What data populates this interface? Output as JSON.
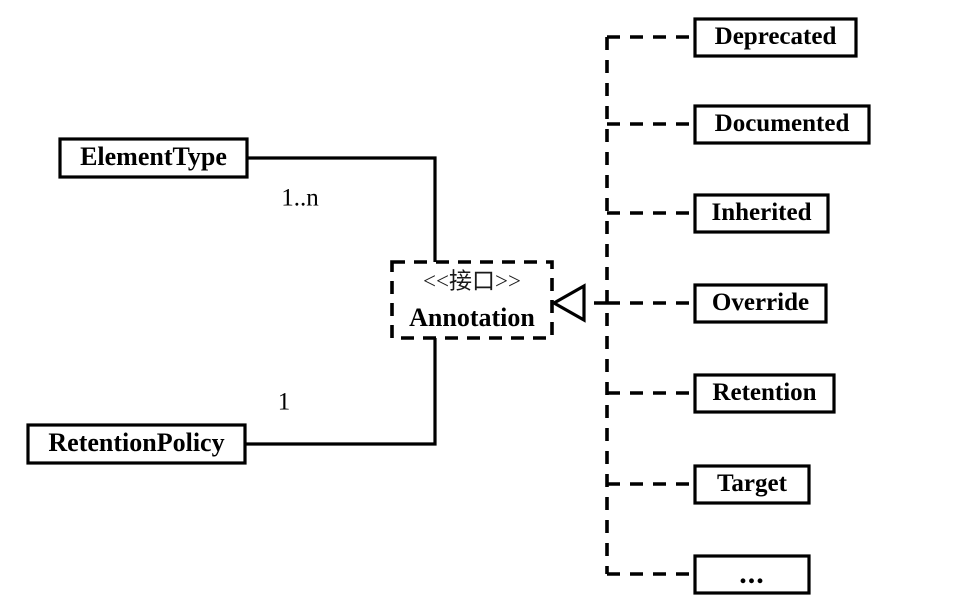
{
  "diagram": {
    "type": "uml-class-diagram",
    "title": "",
    "background_color": "#ffffff",
    "stroke_color": "#000000",
    "interface": {
      "stereotype": "<<接口>>",
      "name": "Annotation",
      "border_style": "dashed"
    },
    "associated_classes": [
      {
        "name": "ElementType",
        "multiplicity": "1..n",
        "relation": "association"
      },
      {
        "name": "RetentionPolicy",
        "multiplicity": "1",
        "relation": "association"
      }
    ],
    "implementing_classes": [
      {
        "name": "Deprecated",
        "relation": "realization"
      },
      {
        "name": "Documented",
        "relation": "realization"
      },
      {
        "name": "Inherited",
        "relation": "realization"
      },
      {
        "name": "Override",
        "relation": "realization"
      },
      {
        "name": "Retention",
        "relation": "realization"
      },
      {
        "name": "Target",
        "relation": "realization"
      },
      {
        "name": "...",
        "relation": "realization"
      }
    ]
  }
}
